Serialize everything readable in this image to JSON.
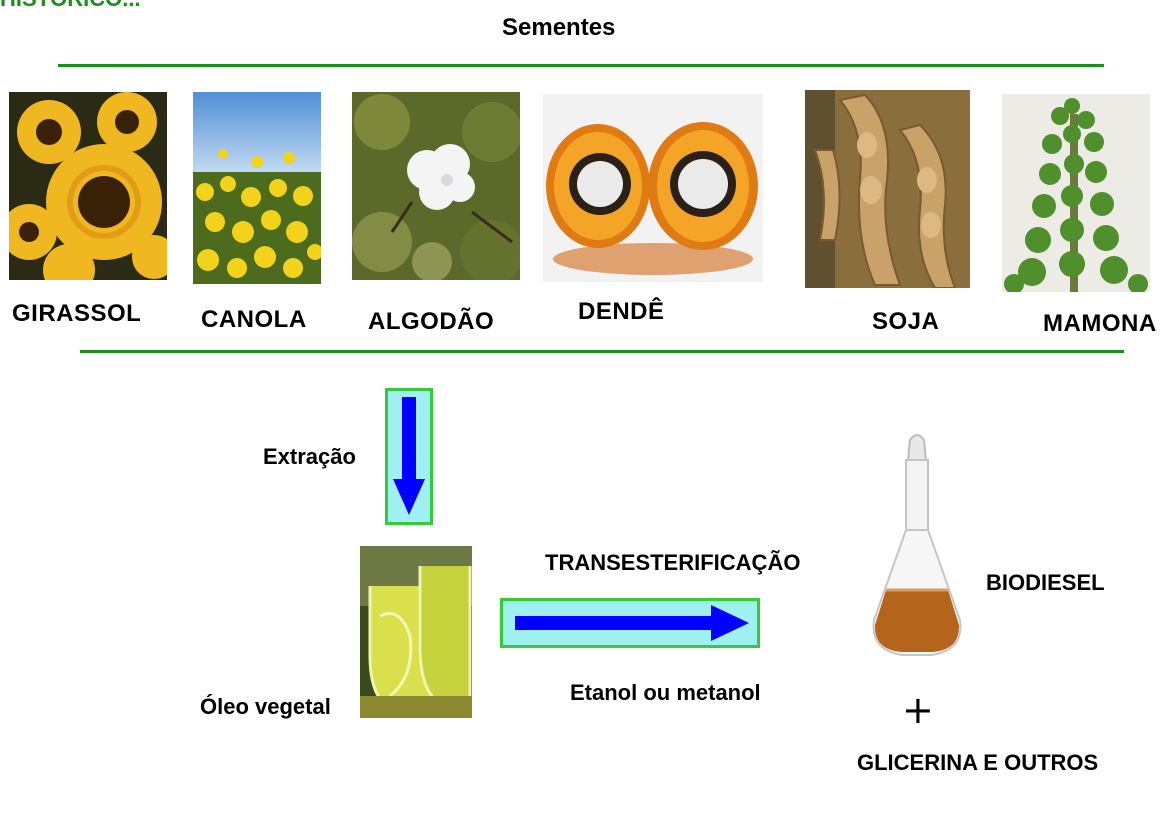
{
  "header_fragment": "HISTÓRICO...",
  "title": "Sementes",
  "seeds": [
    {
      "label": "GIRASSOL",
      "icon": "sunflower-image"
    },
    {
      "label": "CANOLA",
      "icon": "canola-field-image"
    },
    {
      "label": "ALGODÃO",
      "icon": "cotton-boll-image"
    },
    {
      "label": "DENDÊ",
      "icon": "palm-fruit-image"
    },
    {
      "label": "SOJA",
      "icon": "soybean-pods-image"
    },
    {
      "label": "MAMONA",
      "icon": "castor-plant-image"
    }
  ],
  "process": {
    "extraction": "Extração",
    "vegetable_oil": "Óleo vegetal",
    "reaction": "TRANSESTERIFICAÇÃO",
    "reagent": "Etanol ou metanol",
    "product": "BIODIESEL",
    "plus": "+",
    "byproducts": "GLICERINA E OUTROS"
  },
  "colors": {
    "line": "#1a8f1a",
    "arrow": "#0000ff",
    "arrow_box_fill": "#9ff0f0",
    "arrow_box_border": "#33cc33"
  }
}
